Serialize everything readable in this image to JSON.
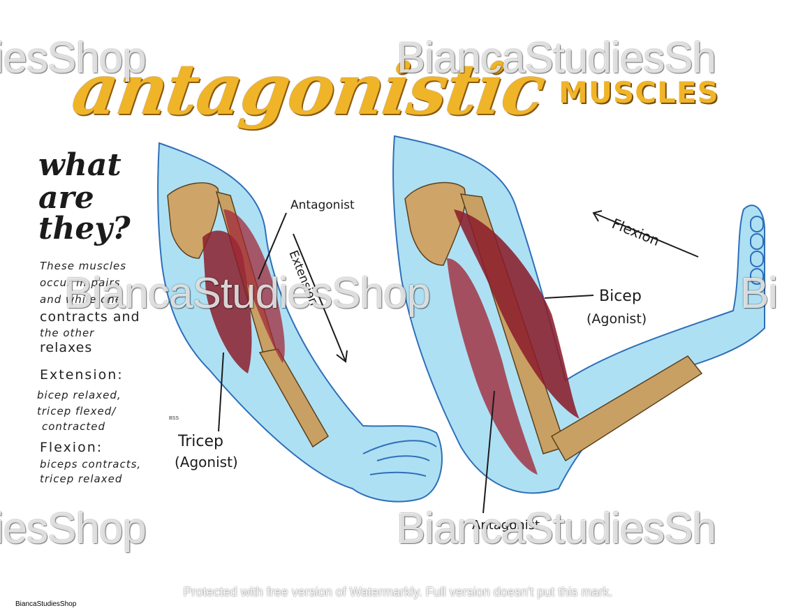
{
  "title": {
    "script": "antagonistic",
    "caps": "MUSCLES"
  },
  "question": {
    "line1": "what",
    "line2": "are",
    "line3": "they?"
  },
  "notes": {
    "intro": [
      "These muscles",
      "occur in pairs",
      "and while one",
      "contracts and",
      "the other"
    ],
    "relaxes": "relaxes",
    "extension_title": "Extension:",
    "extension_lines": [
      "bicep relaxed,",
      "tricep flexed/",
      "contracted"
    ],
    "flexion_title": "Flexion:",
    "flexion_lines": [
      "biceps contracts,",
      "tricep relaxed"
    ]
  },
  "labels": {
    "antagonist_left": "Antagonist",
    "extension_arrow": "Extension",
    "tricep": "Tricep",
    "tricep_role": "(Agonist)",
    "flexion_arrow": "Flexion",
    "bicep": "Bicep",
    "bicep_role": "(Agonist)",
    "antagonist_right": "Antagonist",
    "bss": "BSS"
  },
  "watermark": {
    "top_left": "iesShop",
    "top_right": "BiancaStudiesSh",
    "middle": "BiancaStudiesShop",
    "middle_right": "Bi",
    "bottom_left": "iesShop",
    "bottom_right": "BiancaStudiesSh",
    "protected": "Protected with free version of Watermarkly. Full version doesn't put this mark.",
    "shop": "BiancaStudiesShop"
  },
  "colors": {
    "skin": "#aee0f4",
    "outline": "#2e6fb8",
    "bone": "#c8a064",
    "muscle": "#8b1e2b",
    "gold": "#f0b429"
  }
}
